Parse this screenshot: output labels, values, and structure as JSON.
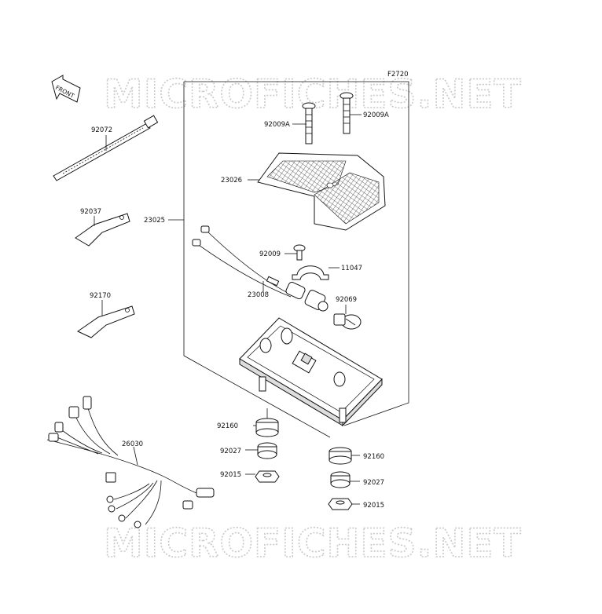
{
  "watermark": "MICROFICHES.NET",
  "figure_code": "F2720",
  "front_arrow_label": "FRONT",
  "parts": {
    "p92072": "92072",
    "p92037": "92037",
    "p92170": "92170",
    "p26030": "26030",
    "p92009a_left": "92009A",
    "p92009a_right": "92009A",
    "p23026": "23026",
    "p23025": "23025",
    "p92009": "92009",
    "p11047": "11047",
    "p23008": "23008",
    "p92069": "92069",
    "p92160_left": "92160",
    "p92027_left": "92027",
    "p92015_left": "92015",
    "p92160_right": "92160",
    "p92027_right": "92027",
    "p92015_right": "92015"
  }
}
